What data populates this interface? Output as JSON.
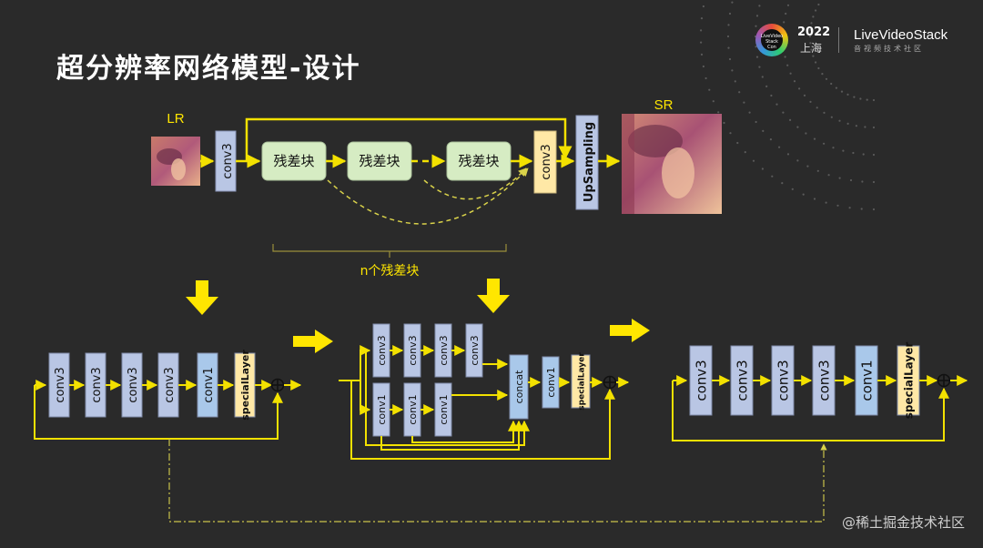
{
  "title": "超分辨率网络模型-设计",
  "logo": {
    "ring_text": "LiveVideo Stack Con",
    "year": "2022",
    "city": "上海",
    "brand": "LiveVideoStack",
    "brand_sub": "音视频技术社区"
  },
  "watermark": "@稀土掘金技术社区",
  "top": {
    "lr_label": "LR",
    "sr_label": "SR",
    "conv_a": "conv3",
    "conv_b": "conv3",
    "res_blocks": [
      "残差块",
      "残差块",
      "残差块"
    ],
    "upsampling": "UpSampling",
    "brace_label": "n个残差块"
  },
  "left_block": {
    "layers": [
      "conv3",
      "conv3",
      "conv3",
      "conv3",
      "conv1",
      "specialLayer"
    ]
  },
  "mid_block": {
    "top_row": [
      "conv3",
      "conv3",
      "conv3",
      "conv3"
    ],
    "bottom_row": [
      "conv1",
      "conv1",
      "conv1"
    ],
    "concat": "concat",
    "conv1": "conv1",
    "special": "specialLayer"
  },
  "right_block": {
    "layers": [
      "conv3",
      "conv3",
      "conv3",
      "conv3",
      "conv1",
      "specialLayer"
    ]
  },
  "colors": {
    "background": "#2a2a2a",
    "arrow": "#ffe600",
    "conv_box": "#b9c6e4",
    "conv1_box": "#a9c8ea",
    "special_box": "#ffe8a6",
    "res_block": "#d6ecc3",
    "connector": "#f3e100",
    "dashed": "#d9d24a"
  }
}
